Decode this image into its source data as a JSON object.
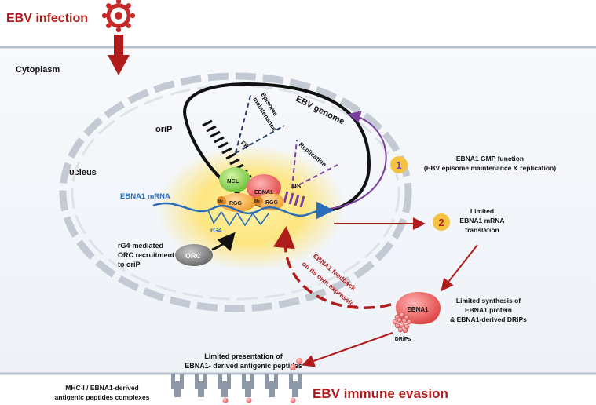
{
  "header": {
    "title": "EBV infection"
  },
  "regions": {
    "cytoplasm": "Cytoplasm",
    "nucleus": "Nucleus"
  },
  "genome": {
    "orip": "oriP",
    "ebv_genome": "EBV genome",
    "episome_maintenance_1": "Episome",
    "episome_maintenance_2": "maintenance",
    "fr": "FR",
    "replication": "Replication",
    "ds": "DS"
  },
  "complex": {
    "ncl": "NCL",
    "ebna1": "EBNA1",
    "rgg_1": "RGG",
    "rgg_2": "RGG",
    "me_1": "Me",
    "me_2": "Me",
    "mrna": "EBNA1 mRNA",
    "rg4": "rG4",
    "orc": "ORC"
  },
  "orc_note": [
    "rG4-mediated",
    "ORC recruitment",
    "to oriP"
  ],
  "steps": {
    "step1_num": "1",
    "step1_lines": [
      "EBNA1 GMP function",
      "(EBV episome maintenance & replication)"
    ],
    "step2_num": "2",
    "step2_lines": [
      "Limited",
      "EBNA1 mRNA",
      "translation"
    ]
  },
  "feedback_lines": [
    "EBNA1 feedback",
    "on its own expression"
  ],
  "synthesis": {
    "protein_label": "EBNA1",
    "lines": [
      "Limited synthesis of",
      "EBNA1 protein",
      "& EBNA1-derived DRiPs"
    ],
    "drips": "DRiPs"
  },
  "presentation_lines": [
    "Limited presentation of",
    "EBNA1- derived antigenic peptides"
  ],
  "mhc_lines": [
    "MHC-I / EBNA1-derived",
    "antigenic peptides complexes"
  ],
  "evasion": "EBV immune evasion",
  "colors": {
    "accent_red": "#b01c1c",
    "purple": "#7b3fa0",
    "navy": "#2a3c66",
    "mrna_blue": "#2a6ebb",
    "badge_yellow": "#f5c242",
    "membrane_gray": "#b8c0cc"
  }
}
